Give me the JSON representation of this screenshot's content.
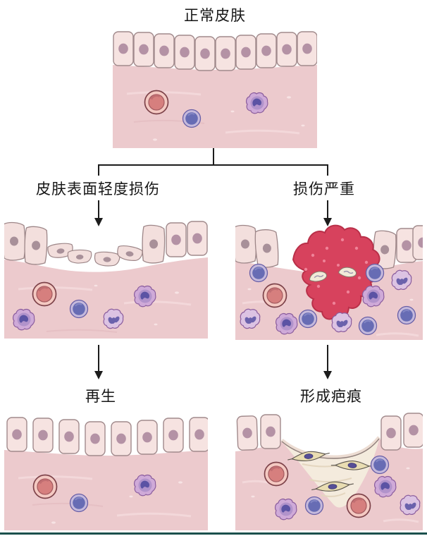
{
  "title": "正常皮肤",
  "flow": {
    "branch_left": {
      "label": "皮肤表面轻度损伤",
      "outcome": "再生"
    },
    "branch_right": {
      "label": "损伤严重",
      "outcome": "形成疤痕"
    }
  },
  "panels": [
    {
      "id": "normal-skin"
    },
    {
      "id": "mild-surface-injury-skin"
    },
    {
      "id": "severe-injury-skin-with-clot"
    },
    {
      "id": "regenerated-skin"
    },
    {
      "id": "scar-tissue-skin"
    }
  ],
  "icons": {
    "arrow_down": "arrow-down-icon"
  },
  "colors": {
    "text_and_lines": "#1c1c1c",
    "dermis": "#eccacd",
    "epidermis_cell": "#f6e3e1",
    "cell_outline": "#a18a8c",
    "nucleus": "#b492a5",
    "vessel_wall": "#f4c9c2",
    "vessel_lumen": "#d67f7e",
    "lymphocyte": "#676cb4",
    "macrophage": "#cfaad8",
    "neutrophil": "#dcc3e3",
    "blood_clot": "#d7425d",
    "platelet": "#f1ead8",
    "scar_tissue": "#f4ebdd",
    "fibroblast": "#e9ddb2",
    "footer_bar": "#1b504d"
  }
}
